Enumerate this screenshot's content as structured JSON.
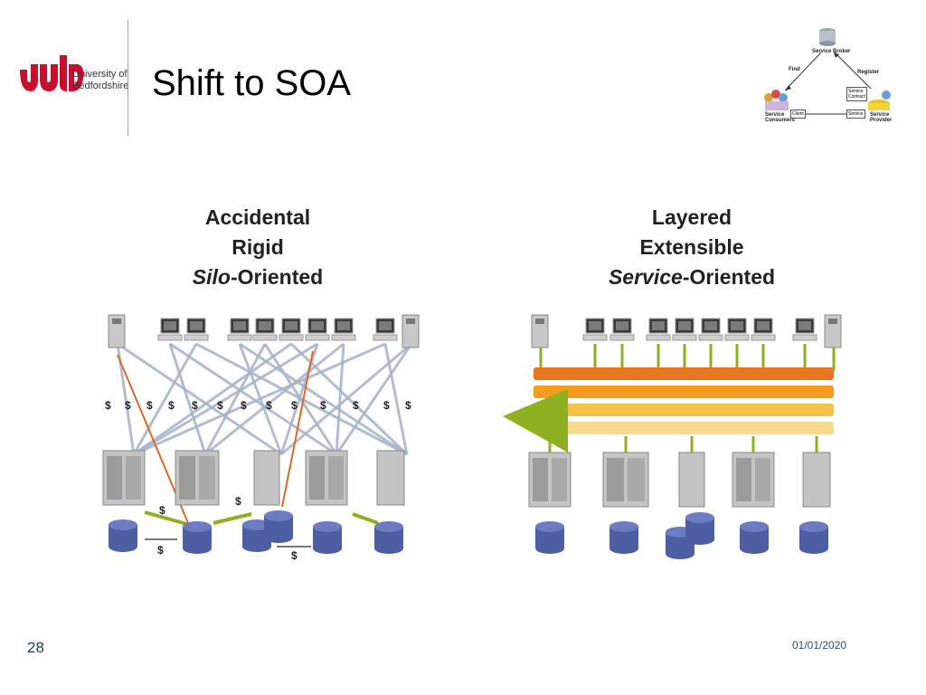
{
  "header": {
    "logo_line1": "University of",
    "logo_line2": "Bedfordshire",
    "title": "Shift to SOA"
  },
  "soa_triangle": {
    "broker": "Service Broker",
    "find": "Find",
    "register": "Register",
    "consumers_line1": "Service",
    "consumers_line2": "Consumers",
    "client": "Client",
    "service": "Service",
    "contract_line1": "Service",
    "contract_line2": "Contract",
    "provider_line1": "Service",
    "provider_line2": "Provider"
  },
  "left_panel": {
    "line1": "Accidental",
    "line2": "Rigid",
    "line3_italic": "Silo",
    "line3_rest": "-Oriented",
    "cost_symbol": "$"
  },
  "right_panel": {
    "line1": "Layered",
    "line2": "Extensible",
    "line3_italic": "Service",
    "line3_rest": "-Oriented"
  },
  "colors": {
    "brand_red": "#c8102e",
    "band1": "#e87722",
    "band2": "#f39c1f",
    "band3": "#f7c24a",
    "band4": "#f9d98c",
    "arrow_green": "#8fb021",
    "link_gray": "#a7b2c8",
    "db_blue": "#4e5ea3"
  },
  "footer": {
    "slide_number": "28",
    "date": "01/01/2020"
  }
}
